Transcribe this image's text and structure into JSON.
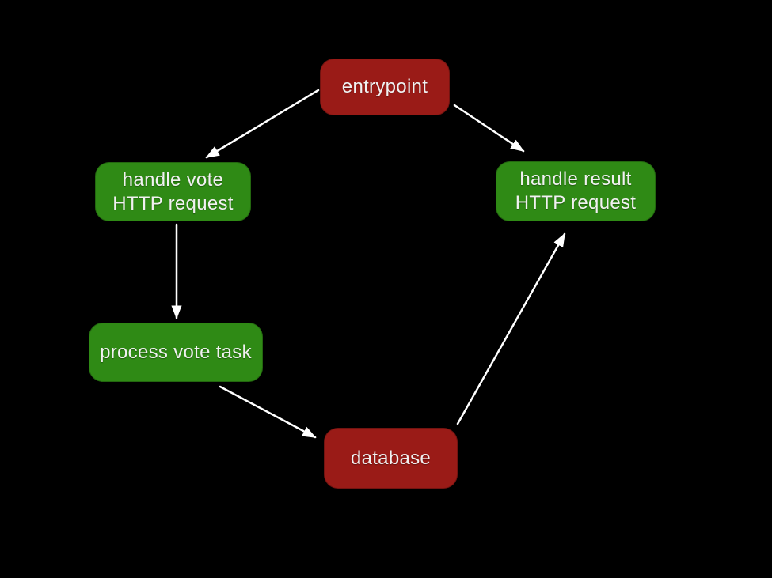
{
  "diagram": {
    "background_color": "#000000",
    "arrow_color": "#ffffff",
    "text_color": "#f1f1f1",
    "node_colors": {
      "red": "#9a1b17",
      "green": "#2f8a15"
    },
    "nodes": [
      {
        "id": "entrypoint",
        "label": "entrypoint",
        "color": "#9a1b17"
      },
      {
        "id": "handle-vote-http-request",
        "label": "handle vote\nHTTP request",
        "color": "#2f8a15"
      },
      {
        "id": "handle-result-http-request",
        "label": "handle result\nHTTP request",
        "color": "#2f8a15"
      },
      {
        "id": "process-vote-task",
        "label": "process vote task",
        "color": "#2f8a15"
      },
      {
        "id": "database",
        "label": "database",
        "color": "#9a1b17"
      }
    ],
    "edges": [
      {
        "from": "entrypoint",
        "to": "handle-vote-http-request"
      },
      {
        "from": "entrypoint",
        "to": "handle-result-http-request"
      },
      {
        "from": "handle-vote-http-request",
        "to": "process-vote-task"
      },
      {
        "from": "process-vote-task",
        "to": "database"
      },
      {
        "from": "database",
        "to": "handle-result-http-request"
      }
    ]
  }
}
